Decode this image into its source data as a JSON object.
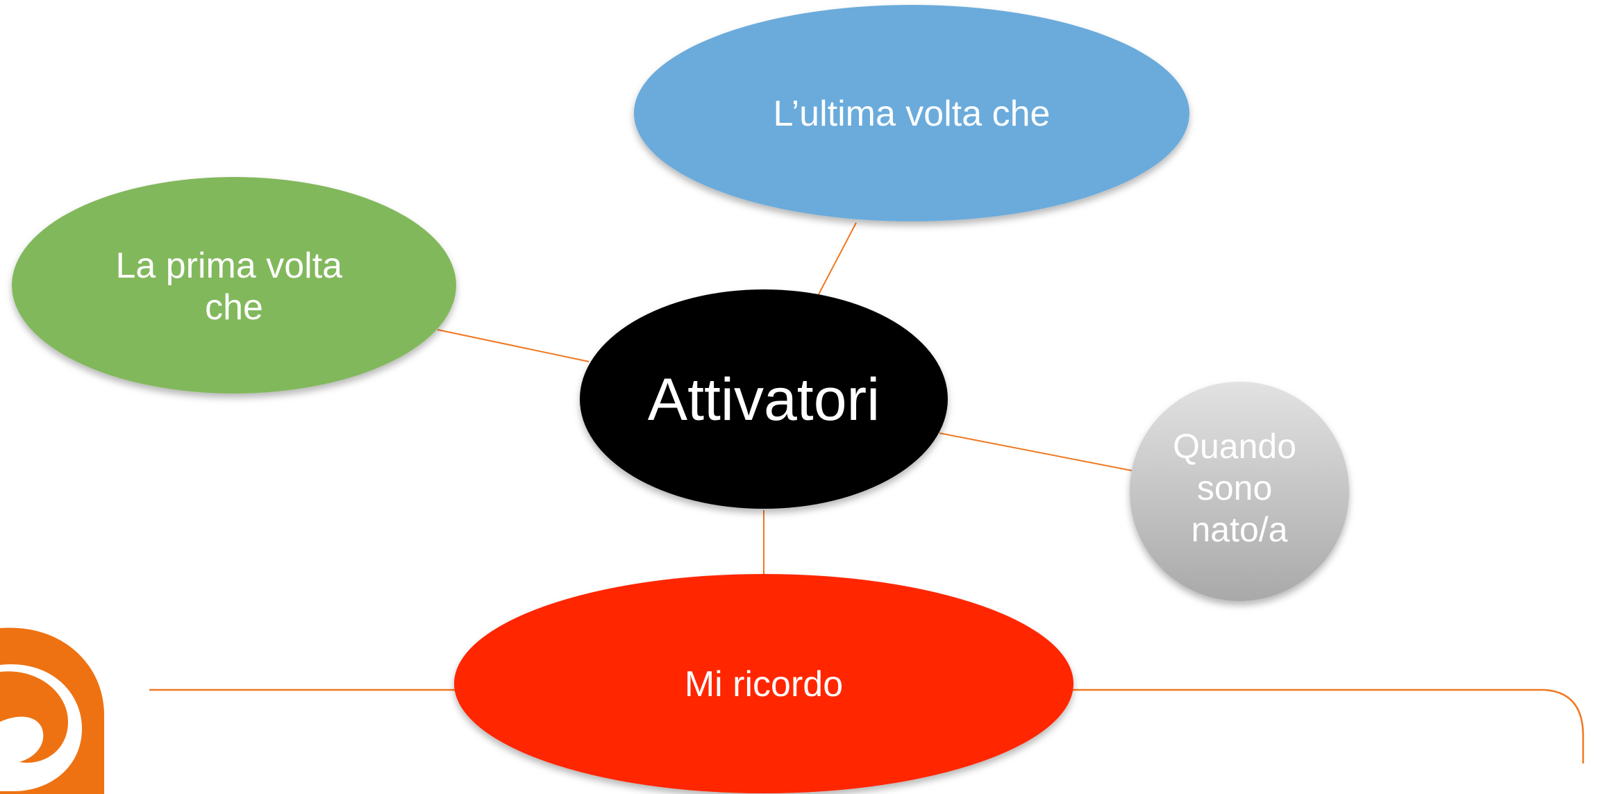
{
  "diagram": {
    "center": {
      "label": "Attivatori",
      "color": "#000000"
    },
    "nodes": [
      {
        "id": "top",
        "label": "L’ultima volta che",
        "color": "#6aabdb"
      },
      {
        "id": "left",
        "label": "La prima volta che",
        "color": "#82b85c"
      },
      {
        "id": "right",
        "label": "Quando sono nato/a",
        "color": "#c4c4c4"
      },
      {
        "id": "bottom",
        "label": "Mi ricordo",
        "color": "#ff2600"
      }
    ],
    "connector_color": "#f07820",
    "logo_color": "#ee7212"
  }
}
